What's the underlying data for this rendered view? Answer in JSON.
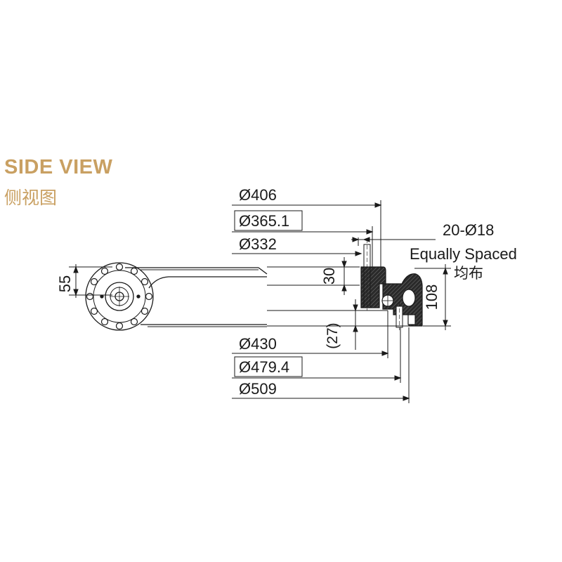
{
  "heading": {
    "title": "SIDE VIEW",
    "subtitle": "侧视图"
  },
  "dimensions": {
    "d406": "Ø406",
    "d365": "Ø365.1",
    "d332": "Ø332",
    "holes": "20-Ø18",
    "equally_spaced": "Equally Spaced",
    "equally_spaced_cn": "均布",
    "h30": "30",
    "h108": "108",
    "h27": "(27)",
    "h55": "55",
    "d430": "Ø430",
    "d479": "Ø479.4",
    "d509": "Ø509"
  },
  "colors": {
    "accent": "#c9a062",
    "line": "#1a1a1a"
  }
}
